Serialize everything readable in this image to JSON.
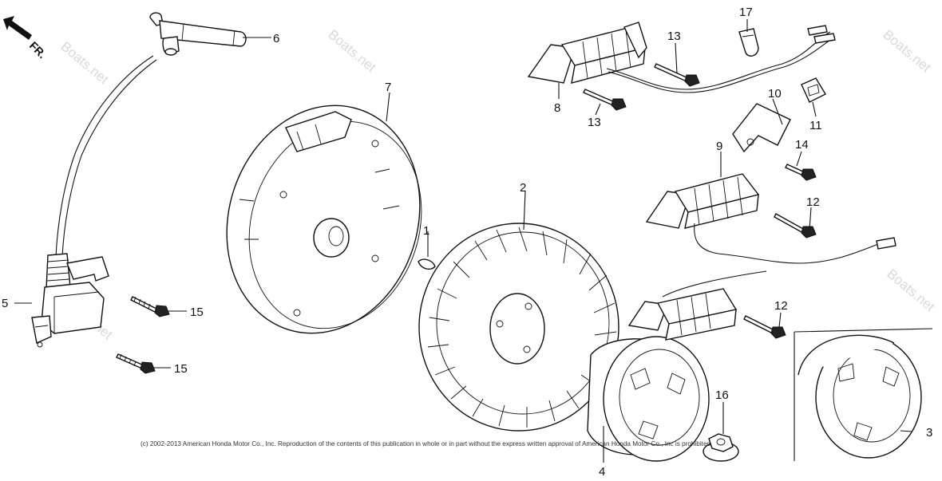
{
  "orientation_label": "FR.",
  "watermark": "Boats.net",
  "copyright": "(c) 2002-2013 American Honda Motor Co., Inc. Reproduction of the contents of this publication in whole or in part without the express written approval of American Honda Motor Co., Inc is prohibited.",
  "callouts": {
    "c1": "1",
    "c2": "2",
    "c3": "3",
    "c4": "4",
    "c5": "5",
    "c6": "6",
    "c7": "7",
    "c8": "8",
    "c9": "9",
    "c10": "10",
    "c11": "11",
    "c12a": "12",
    "c12b": "12",
    "c13a": "13",
    "c13b": "13",
    "c14": "14",
    "c15a": "15",
    "c15b": "15",
    "c16": "16",
    "c17": "17"
  },
  "colors": {
    "line": "#111111",
    "watermark": "#d9d9d9",
    "background": "#ffffff"
  }
}
